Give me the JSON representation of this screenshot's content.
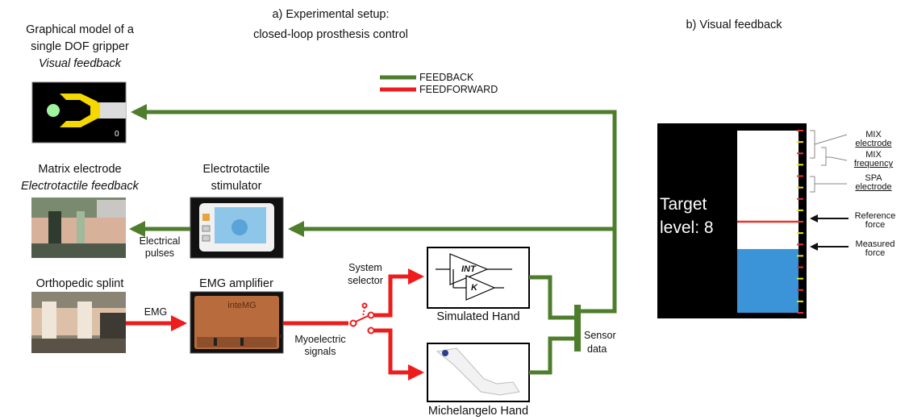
{
  "panel_a": {
    "title_line1": "a) Experimental setup:",
    "title_line2": "closed-loop prosthesis control",
    "legend": {
      "feedback": "FEEDBACK",
      "feedforward": "FEEDFORWARD",
      "feedback_color": "#4e7d2c",
      "feedforward_color": "#ee1c1c"
    },
    "gripper": {
      "line1": "Graphical model of a",
      "line2": "single DOF gripper",
      "line3": "Visual feedback",
      "screen_value": "0"
    },
    "matrix": {
      "line1": "Matrix electrode",
      "line2": "Electrotactile feedback"
    },
    "stimulator": {
      "line1": "Electrotactile",
      "line2": "stimulator"
    },
    "electrical_pulses": {
      "line1": "Electrical",
      "line2": "pulses"
    },
    "splint": {
      "label": "Orthopedic splint"
    },
    "emg_label": "EMG",
    "amplifier": {
      "label": "EMG amplifier",
      "device_text": "inteMG"
    },
    "myoelectric": {
      "line1": "Myoelectric",
      "line2": "signals"
    },
    "selector": {
      "line1": "System",
      "line2": "selector"
    },
    "controller": {
      "int_label": "INT",
      "k_label": "K"
    },
    "simulated_hand": "Simulated Hand",
    "michelangelo_hand": "Michelangelo Hand",
    "sensor": {
      "line1": "Sensor",
      "line2": "data"
    }
  },
  "panel_b": {
    "title": "b) Visual feedback",
    "target_line1": "Target",
    "target_line2": "level: 8",
    "fill_level_fraction": 0.35,
    "reference_level_fraction": 0.5,
    "mix_electrode": {
      "line1": "MIX",
      "line2": "electrode"
    },
    "mix_frequency": {
      "line1": "MIX",
      "line2": "frequency"
    },
    "spa_electrode": {
      "line1": "SPA",
      "line2": "electrode"
    },
    "reference_force": {
      "line1": "Reference",
      "line2": "force"
    },
    "measured_force": {
      "line1": "Measured",
      "line2": "force"
    },
    "bar_fill_color": "#3b93d8",
    "reference_color": "#e8332f"
  }
}
